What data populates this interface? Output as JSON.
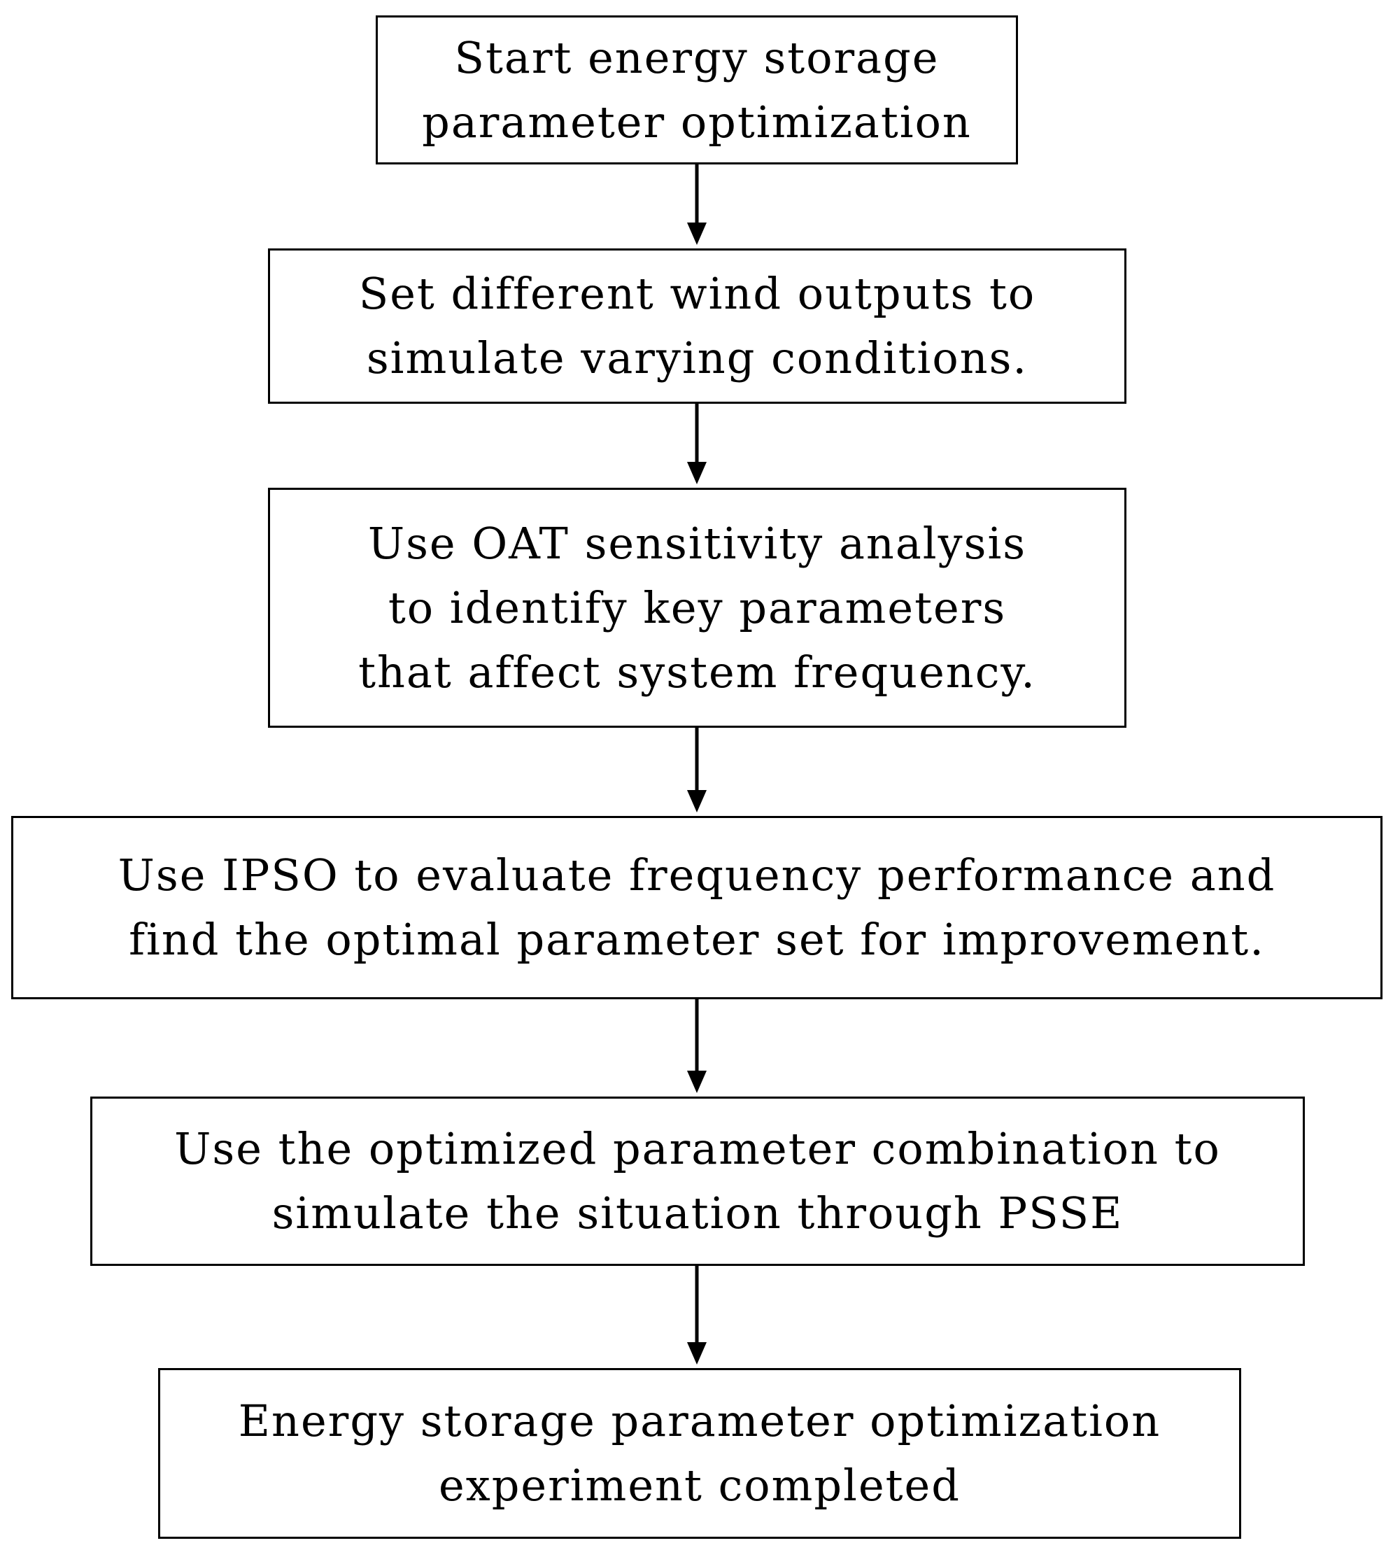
{
  "flowchart": {
    "steps": [
      {
        "text": "Start energy storage\nparameter optimization"
      },
      {
        "text": "Set different wind outputs to\nsimulate varying conditions."
      },
      {
        "text": "Use OAT sensitivity analysis\nto identify key parameters\nthat affect system frequency."
      },
      {
        "text": "Use IPSO to evaluate frequency performance and\nfind the optimal parameter set for improvement."
      },
      {
        "text": "Use the optimized parameter combination to\nsimulate the situation through PSSE"
      },
      {
        "text": "Energy storage parameter optimization\nexperiment completed"
      }
    ],
    "colors": {
      "line": "#000000",
      "box_fill": "#ffffff",
      "text": "#000000"
    }
  }
}
